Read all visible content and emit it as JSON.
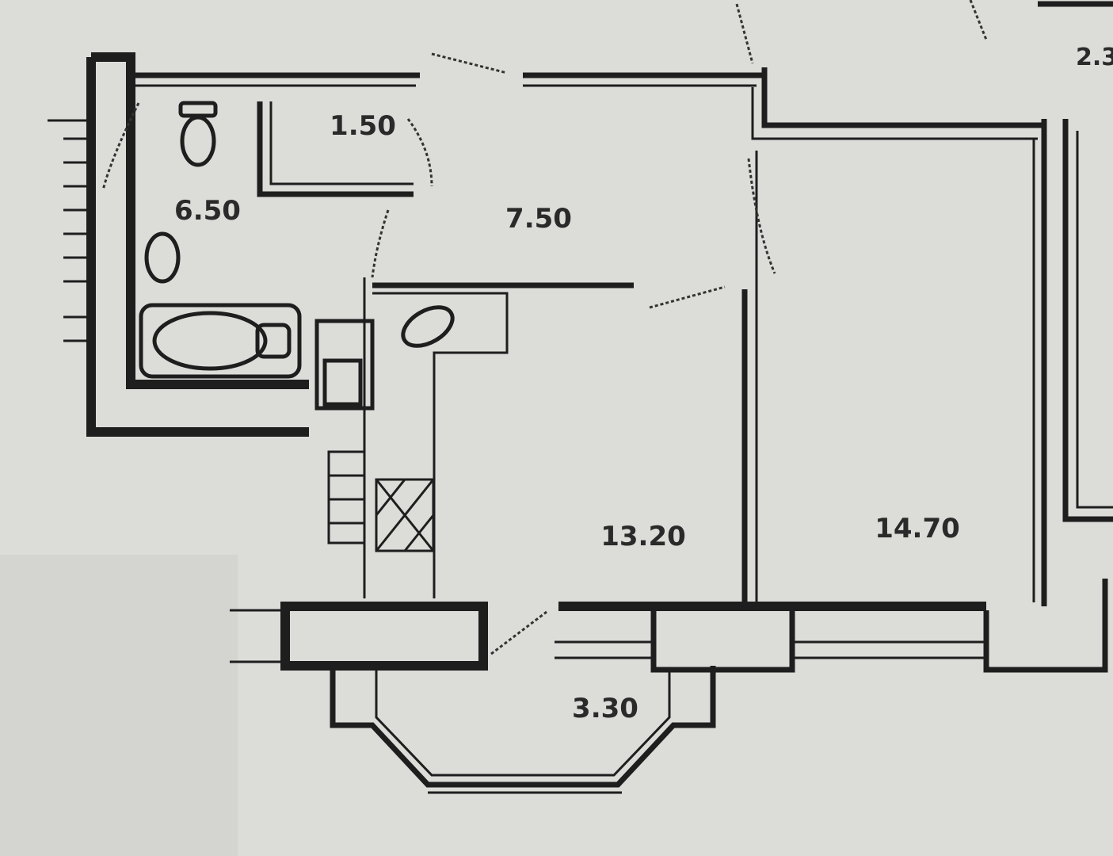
{
  "plan": {
    "rooms": [
      {
        "id": "bathroom",
        "area": "6.50"
      },
      {
        "id": "storage",
        "area": "1.50"
      },
      {
        "id": "hallway",
        "area": "7.50"
      },
      {
        "id": "kitchen",
        "area": "13.20"
      },
      {
        "id": "room",
        "area": "14.70"
      },
      {
        "id": "balcony",
        "area": "3.30"
      }
    ],
    "neighbor_label": "2.3"
  }
}
